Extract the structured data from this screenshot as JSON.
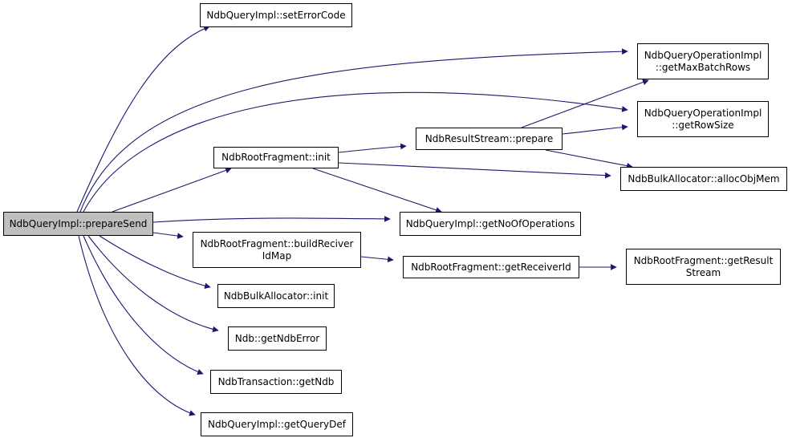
{
  "diagram": {
    "colors": {
      "edge": "#191970",
      "node_border": "#000000",
      "node_fill": "#ffffff",
      "root_fill": "#bfbfbf"
    },
    "nodes": [
      {
        "id": "prepareSend",
        "lines": [
          "NdbQueryImpl::prepareSend"
        ],
        "root": true
      },
      {
        "id": "setErrorCode",
        "lines": [
          "NdbQueryImpl::setErrorCode"
        ]
      },
      {
        "id": "getMaxBatchRows",
        "lines": [
          "NdbQueryOperationImpl",
          "::getMaxBatchRows"
        ]
      },
      {
        "id": "getRowSize",
        "lines": [
          "NdbQueryOperationImpl",
          "::getRowSize"
        ]
      },
      {
        "id": "rootInit",
        "lines": [
          "NdbRootFragment::init"
        ]
      },
      {
        "id": "resultPrepare",
        "lines": [
          "NdbResultStream::prepare"
        ]
      },
      {
        "id": "allocObjMem",
        "lines": [
          "NdbBulkAllocator::allocObjMem"
        ]
      },
      {
        "id": "getNoOfOperations",
        "lines": [
          "NdbQueryImpl::getNoOfOperations"
        ]
      },
      {
        "id": "buildReciverIdMap",
        "lines": [
          "NdbRootFragment::buildReciver",
          "IdMap"
        ]
      },
      {
        "id": "getReceiverId",
        "lines": [
          "NdbRootFragment::getReceiverId"
        ]
      },
      {
        "id": "getResultStream",
        "lines": [
          "NdbRootFragment::getResult",
          "Stream"
        ]
      },
      {
        "id": "bulkInit",
        "lines": [
          "NdbBulkAllocator::init"
        ]
      },
      {
        "id": "getNdbError",
        "lines": [
          "Ndb::getNdbError"
        ]
      },
      {
        "id": "getNdb",
        "lines": [
          "NdbTransaction::getNdb"
        ]
      },
      {
        "id": "getQueryDef",
        "lines": [
          "NdbQueryImpl::getQueryDef"
        ]
      }
    ],
    "edges": [
      {
        "from": "prepareSend",
        "to": "setErrorCode"
      },
      {
        "from": "prepareSend",
        "to": "getMaxBatchRows"
      },
      {
        "from": "prepareSend",
        "to": "getRowSize"
      },
      {
        "from": "prepareSend",
        "to": "rootInit"
      },
      {
        "from": "prepareSend",
        "to": "getNoOfOperations"
      },
      {
        "from": "prepareSend",
        "to": "buildReciverIdMap"
      },
      {
        "from": "prepareSend",
        "to": "bulkInit"
      },
      {
        "from": "prepareSend",
        "to": "getNdbError"
      },
      {
        "from": "prepareSend",
        "to": "getNdb"
      },
      {
        "from": "prepareSend",
        "to": "getQueryDef"
      },
      {
        "from": "rootInit",
        "to": "resultPrepare"
      },
      {
        "from": "rootInit",
        "to": "allocObjMem"
      },
      {
        "from": "rootInit",
        "to": "getNoOfOperations"
      },
      {
        "from": "resultPrepare",
        "to": "getMaxBatchRows"
      },
      {
        "from": "resultPrepare",
        "to": "getRowSize"
      },
      {
        "from": "resultPrepare",
        "to": "allocObjMem"
      },
      {
        "from": "buildReciverIdMap",
        "to": "getReceiverId"
      },
      {
        "from": "getReceiverId",
        "to": "getResultStream"
      }
    ]
  }
}
